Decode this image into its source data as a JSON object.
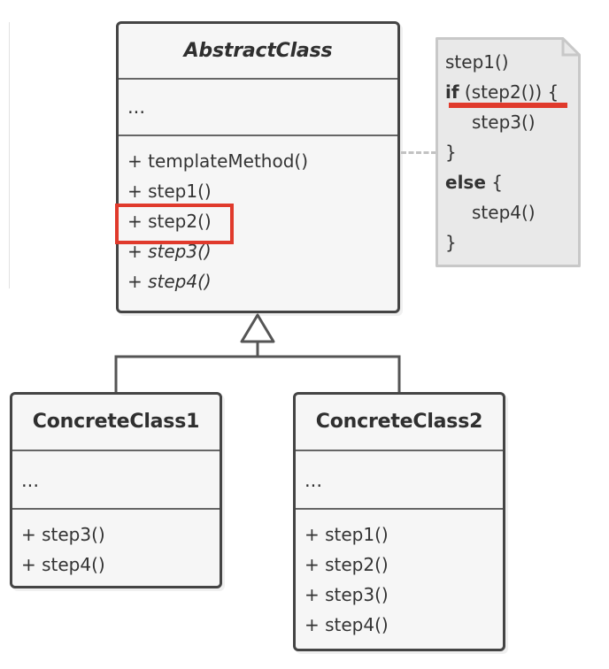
{
  "abstract_class": {
    "name": "AbstractClass",
    "fields": "...",
    "methods": [
      {
        "label": "+ templateMethod()",
        "abstract": false
      },
      {
        "label": "+ step1()",
        "abstract": false
      },
      {
        "label": "+ step2()",
        "abstract": false
      },
      {
        "label": "+ step3()",
        "abstract": true
      },
      {
        "label": "+ step4()",
        "abstract": true
      }
    ]
  },
  "concrete_class_1": {
    "name": "ConcreteClass1",
    "fields": "...",
    "methods": [
      "+ step3()",
      "+ step4()"
    ]
  },
  "concrete_class_2": {
    "name": "ConcreteClass2",
    "fields": "...",
    "methods": [
      "+ step1()",
      "+ step2()",
      "+ step3()",
      "+ step4()"
    ]
  },
  "note": {
    "line1": "step1()",
    "if_kw": "if",
    "if_cond": " (step2()) {",
    "line3": "step3()",
    "line4": "}",
    "else_kw": "else",
    "else_brace": " {",
    "line6": "step4()",
    "line7": "}"
  },
  "colors": {
    "border": "#444444",
    "box_fill": "#f6f6f6",
    "highlight": "#e03a2c",
    "note_fill": "#e9e9e9",
    "note_border": "#c8c8c8",
    "text": "#333333"
  }
}
